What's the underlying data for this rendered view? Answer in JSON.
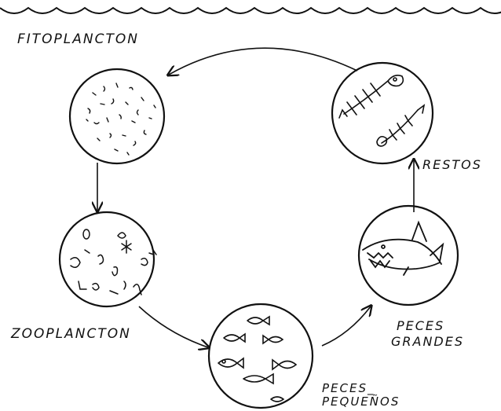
{
  "diagram": {
    "labels": {
      "fitoplancton": "FITOPLANCTON",
      "zooplancton": "ZOOPLANCTON",
      "peces_pequenos_1": "PECES_",
      "peces_pequenos_2": "PEQUEÑOS",
      "peces_grandes_1": "PECES",
      "peces_grandes_2": "GRANDES",
      "restos": "RESTOS"
    },
    "nodes": [
      "fitoplancton",
      "zooplancton",
      "peces-pequenos",
      "peces-grandes",
      "restos"
    ],
    "flow": [
      {
        "from": "fitoplancton",
        "to": "zooplancton"
      },
      {
        "from": "zooplancton",
        "to": "peces-pequenos"
      },
      {
        "from": "peces-pequenos",
        "to": "peces-grandes"
      },
      {
        "from": "peces-grandes",
        "to": "restos"
      },
      {
        "from": "restos",
        "to": "fitoplancton"
      }
    ],
    "colors": {
      "ink": "#111111",
      "background": "#ffffff"
    }
  }
}
